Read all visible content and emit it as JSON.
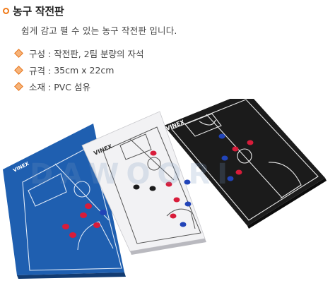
{
  "header": {
    "title": "농구 작전판"
  },
  "intro": "쉽게 감고 펼 수 있는 농구 작전판 입니다.",
  "specs": [
    {
      "label": "구성 :",
      "value": "작전판, 2팀 분량의 자석"
    },
    {
      "label": "규격 :",
      "value": "35cm x 22cm"
    },
    {
      "label": "소재 :",
      "value": "PVC 섬유"
    }
  ],
  "image": {
    "boards": [
      "blue-board",
      "white-board",
      "black-board"
    ],
    "brand_text": "VINEX",
    "watermark": "DAWOORI"
  },
  "colors": {
    "accent": "#f07a18",
    "board_blue": "#1f5fb0",
    "board_white": "#f2f2f4",
    "board_black": "#1b1b1b",
    "magnet_red": "#d81c3a",
    "magnet_blue": "#2144b8"
  }
}
